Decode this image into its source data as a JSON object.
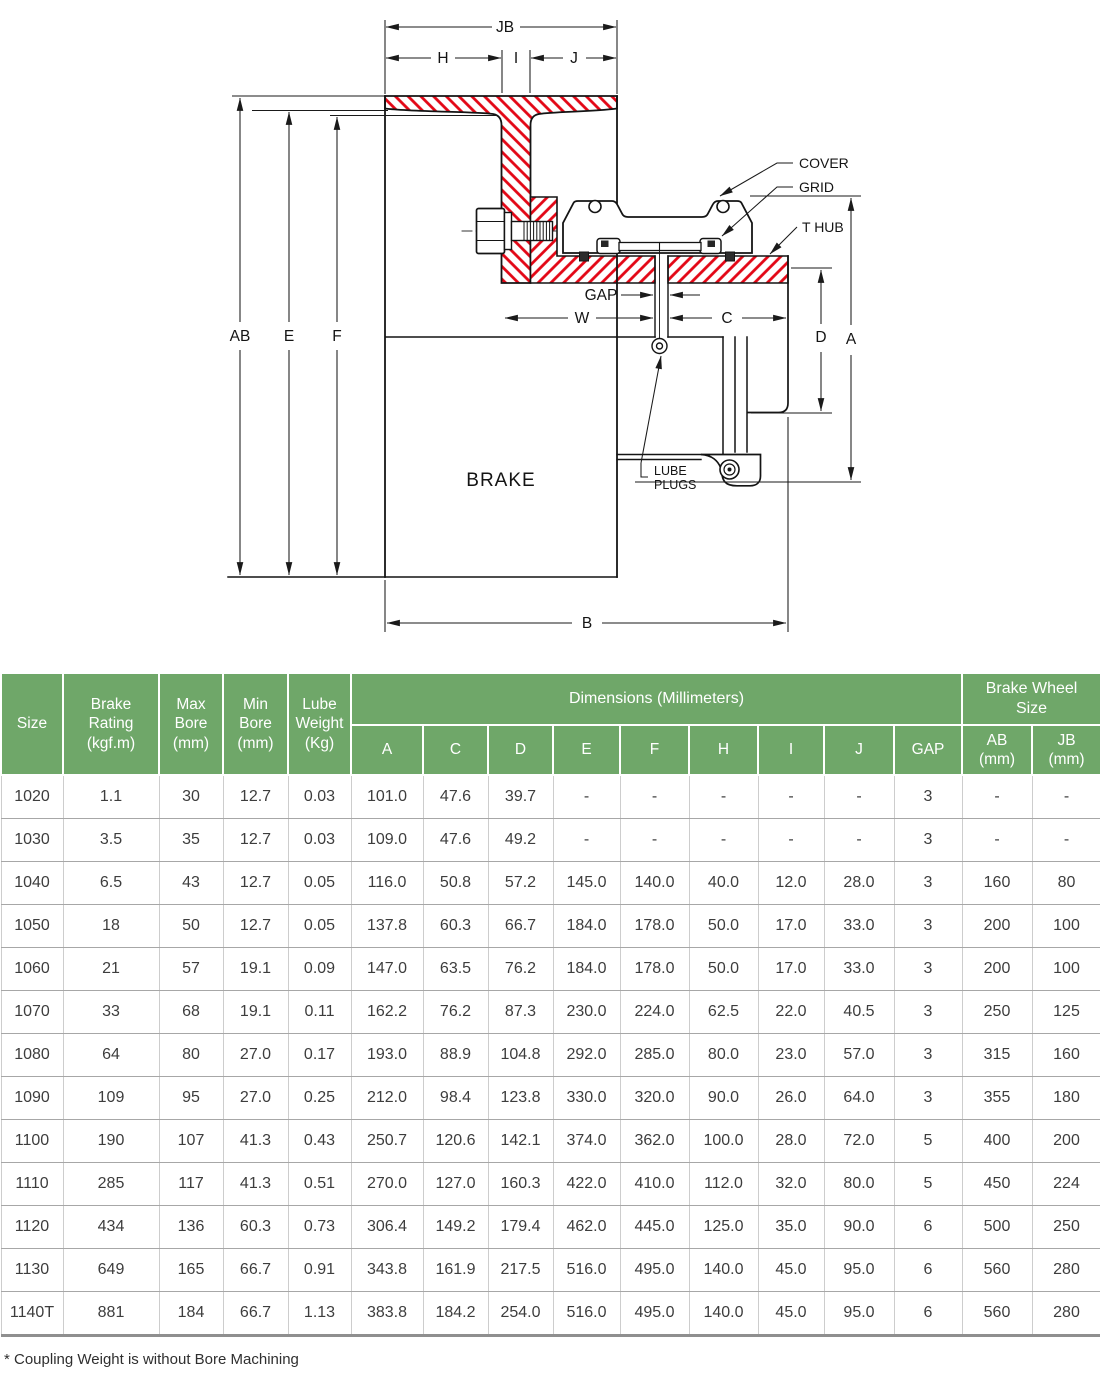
{
  "diagram": {
    "labels": {
      "jb": "JB",
      "h": "H",
      "i": "I",
      "j": "J",
      "ab": "AB",
      "e": "E",
      "f": "F",
      "w": "W",
      "gap": "GAP",
      "c": "C",
      "d": "D",
      "a": "A",
      "b": "B",
      "brake": "BRAKE",
      "cover": "COVER",
      "grid": "GRID",
      "t_hub": "T HUB",
      "lube_line1": "LUBE",
      "lube_line2": "PLUGS"
    },
    "hatch_color": "#E30615",
    "line_color": "#141414"
  },
  "table": {
    "header_bg": "#6FA769",
    "header_text": "#FFFFFF",
    "header": {
      "size": "Size",
      "brake_rating": "Brake\nRating\n(kgf.m)",
      "max_bore": "Max\nBore\n(mm)",
      "min_bore": "Min\nBore\n(mm)",
      "lube_weight": "Lube\nWeight\n(Kg)",
      "dimensions_group": "Dimensions (Millimeters)",
      "brake_wheel_group": "Brake Wheel\nSize",
      "dim_cols": [
        "A",
        "C",
        "D",
        "E",
        "F",
        "H",
        "I",
        "J",
        "GAP"
      ],
      "wheel_cols": [
        "AB\n(mm)",
        "JB\n(mm)"
      ]
    },
    "rows": [
      [
        "1020",
        "1.1",
        "30",
        "12.7",
        "0.03",
        "101.0",
        "47.6",
        "39.7",
        "-",
        "-",
        "-",
        "-",
        "-",
        "3",
        "-",
        "-"
      ],
      [
        "1030",
        "3.5",
        "35",
        "12.7",
        "0.03",
        "109.0",
        "47.6",
        "49.2",
        "-",
        "-",
        "-",
        "-",
        "-",
        "3",
        "-",
        "-"
      ],
      [
        "1040",
        "6.5",
        "43",
        "12.7",
        "0.05",
        "116.0",
        "50.8",
        "57.2",
        "145.0",
        "140.0",
        "40.0",
        "12.0",
        "28.0",
        "3",
        "160",
        "80"
      ],
      [
        "1050",
        "18",
        "50",
        "12.7",
        "0.05",
        "137.8",
        "60.3",
        "66.7",
        "184.0",
        "178.0",
        "50.0",
        "17.0",
        "33.0",
        "3",
        "200",
        "100"
      ],
      [
        "1060",
        "21",
        "57",
        "19.1",
        "0.09",
        "147.0",
        "63.5",
        "76.2",
        "184.0",
        "178.0",
        "50.0",
        "17.0",
        "33.0",
        "3",
        "200",
        "100"
      ],
      [
        "1070",
        "33",
        "68",
        "19.1",
        "0.11",
        "162.2",
        "76.2",
        "87.3",
        "230.0",
        "224.0",
        "62.5",
        "22.0",
        "40.5",
        "3",
        "250",
        "125"
      ],
      [
        "1080",
        "64",
        "80",
        "27.0",
        "0.17",
        "193.0",
        "88.9",
        "104.8",
        "292.0",
        "285.0",
        "80.0",
        "23.0",
        "57.0",
        "3",
        "315",
        "160"
      ],
      [
        "1090",
        "109",
        "95",
        "27.0",
        "0.25",
        "212.0",
        "98.4",
        "123.8",
        "330.0",
        "320.0",
        "90.0",
        "26.0",
        "64.0",
        "3",
        "355",
        "180"
      ],
      [
        "1100",
        "190",
        "107",
        "41.3",
        "0.43",
        "250.7",
        "120.6",
        "142.1",
        "374.0",
        "362.0",
        "100.0",
        "28.0",
        "72.0",
        "5",
        "400",
        "200"
      ],
      [
        "1110",
        "285",
        "117",
        "41.3",
        "0.51",
        "270.0",
        "127.0",
        "160.3",
        "422.0",
        "410.0",
        "112.0",
        "32.0",
        "80.0",
        "5",
        "450",
        "224"
      ],
      [
        "1120",
        "434",
        "136",
        "60.3",
        "0.73",
        "306.4",
        "149.2",
        "179.4",
        "462.0",
        "445.0",
        "125.0",
        "35.0",
        "90.0",
        "6",
        "500",
        "250"
      ],
      [
        "1130",
        "649",
        "165",
        "66.7",
        "0.91",
        "343.8",
        "161.9",
        "217.5",
        "516.0",
        "495.0",
        "140.0",
        "45.0",
        "95.0",
        "6",
        "560",
        "280"
      ],
      [
        "1140T",
        "881",
        "184",
        "66.7",
        "1.13",
        "383.8",
        "184.2",
        "254.0",
        "516.0",
        "495.0",
        "140.0",
        "45.0",
        "95.0",
        "6",
        "560",
        "280"
      ]
    ]
  },
  "footnote": "* Coupling Weight is without Bore Machining"
}
